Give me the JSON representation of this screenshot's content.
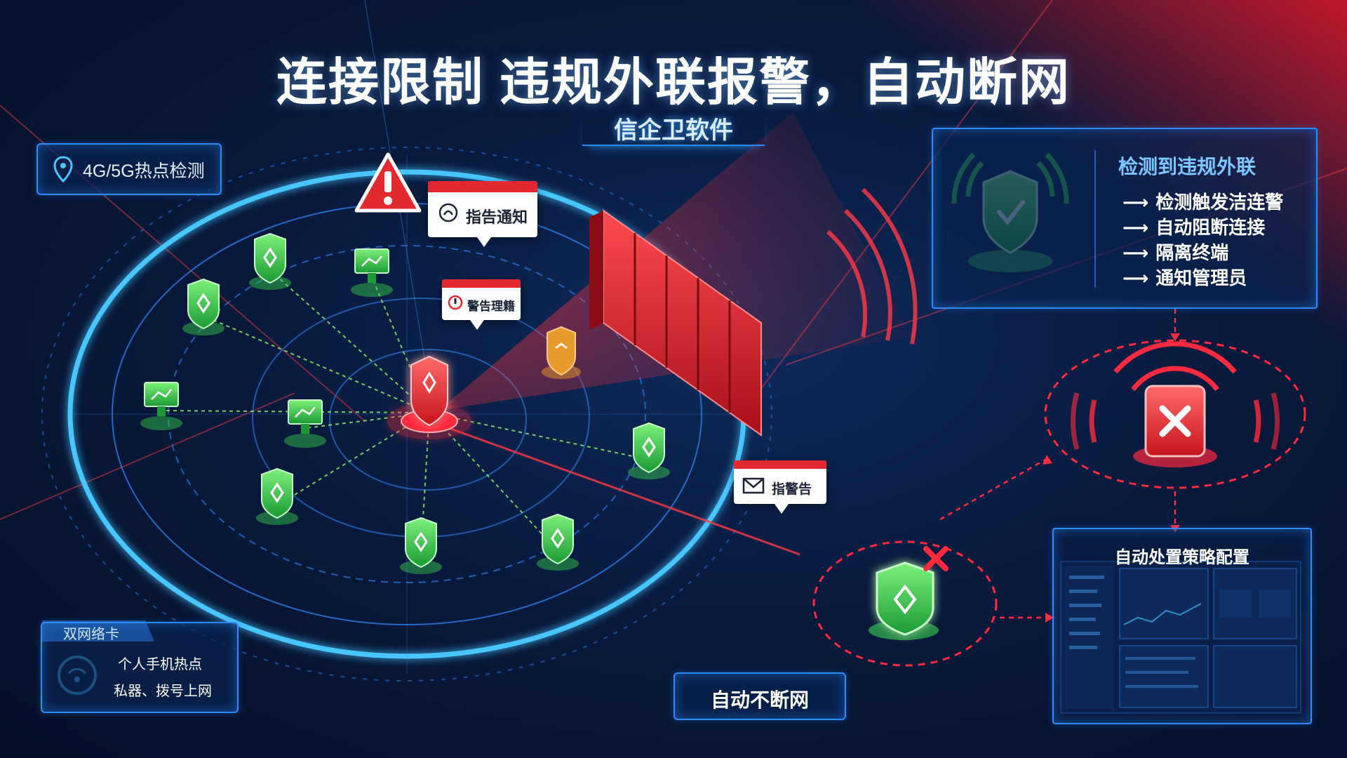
{
  "header": {
    "title": "连接限制 违规外联报警，自动断网",
    "subtitle": "信企卫软件"
  },
  "left_label": {
    "text": "4G/5G热点检测",
    "icon": "location-pin-icon"
  },
  "bubbles": [
    {
      "text": "指告通知",
      "icon": "alarm-icon"
    },
    {
      "text": "警告理籍",
      "icon": "alert-icon"
    },
    {
      "text": "指警告",
      "icon": "envelope-icon"
    }
  ],
  "info_panel": {
    "title": "检测到违规外联",
    "items": [
      "检测触发洁连警",
      "自动阻断连接",
      "隔离终端",
      "通知管理员"
    ],
    "arrow": "⟶"
  },
  "dashboard": {
    "title": "自动处置策略配置"
  },
  "bottom_left": {
    "tag": "双网络卡",
    "line1": "个人手机热点",
    "line2": "私器、拨号上网",
    "icon": "hotspot-icon"
  },
  "bottom_button": {
    "label": "自动不断网"
  },
  "colors": {
    "accent_blue": "#2f8bff",
    "glow_blue": "#49c6ff",
    "alert_red": "#ff2a3d",
    "safe_green": "#3ad14e",
    "warning_orange": "#e89a2c"
  }
}
